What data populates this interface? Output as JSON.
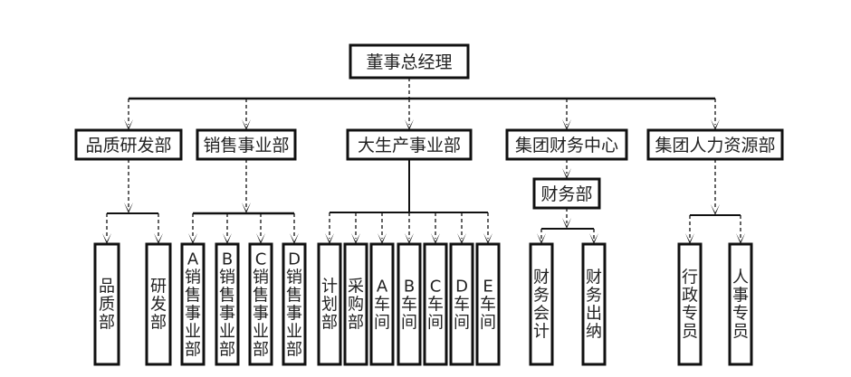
{
  "diagram": {
    "type": "org-chart",
    "root": {
      "id": "ceo",
      "label": "董事总经理"
    },
    "departments": [
      {
        "id": "quality-rd",
        "label": "品质研发部",
        "children": [
          {
            "id": "quality",
            "label": "品质部"
          },
          {
            "id": "rd",
            "label": "研发部"
          }
        ]
      },
      {
        "id": "sales",
        "label": "销售事业部",
        "children": [
          {
            "id": "sales-a",
            "label": "A销售事业部"
          },
          {
            "id": "sales-b",
            "label": "B销售事业部"
          },
          {
            "id": "sales-c",
            "label": "C销售事业部"
          },
          {
            "id": "sales-d",
            "label": "D销售事业部"
          }
        ]
      },
      {
        "id": "production",
        "label": "大生产事业部",
        "children": [
          {
            "id": "planning",
            "label": "计划部"
          },
          {
            "id": "purchasing",
            "label": "采购部"
          },
          {
            "id": "workshop-a",
            "label": "A车间"
          },
          {
            "id": "workshop-b",
            "label": "B车间"
          },
          {
            "id": "workshop-c",
            "label": "C车间"
          },
          {
            "id": "workshop-d",
            "label": "D车间"
          },
          {
            "id": "workshop-e",
            "label": "E车间"
          }
        ]
      },
      {
        "id": "finance-center",
        "label": "集团财务中心",
        "intermediate": {
          "id": "finance-dept",
          "label": "财务部"
        },
        "children": [
          {
            "id": "accounting",
            "label": "财务会计"
          },
          {
            "id": "cashier",
            "label": "财务出纳"
          }
        ]
      },
      {
        "id": "hr",
        "label": "集团人力资源部",
        "children": [
          {
            "id": "admin",
            "label": "行政专员"
          },
          {
            "id": "personnel",
            "label": "人事专员"
          }
        ]
      }
    ]
  }
}
